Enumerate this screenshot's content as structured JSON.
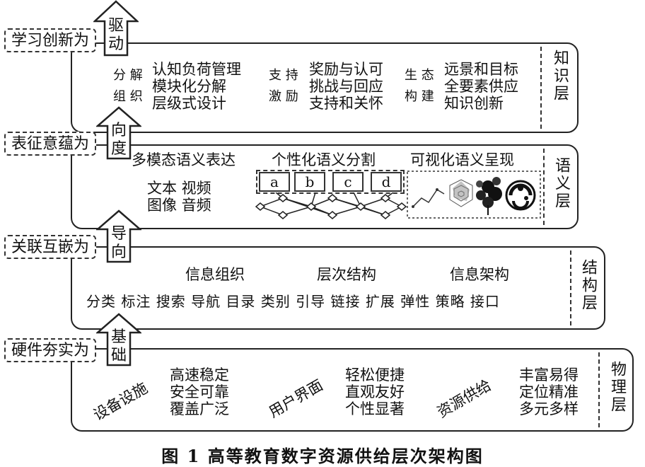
{
  "knowledge": {
    "layer_name": "知识层",
    "side_tag": "学习创新为",
    "arrow_label": "驱\n动",
    "groups": [
      {
        "label": "分 解\n组 织",
        "items": "认知负荷管理\n模块化分解\n层级式设计"
      },
      {
        "label": "支 持\n激 励",
        "items": "奖励与认可\n挑战与回应\n支持和关怀"
      },
      {
        "label": "生 态\n构 建",
        "items": "远景和目标\n全要素供应\n知识创新"
      }
    ]
  },
  "semantic": {
    "layer_name": "语义层",
    "side_tag": "表征意蕴为",
    "arrow_label": "向\n度",
    "heading_multimodal": "多模态语义表达",
    "heading_segmentation": "个性化语义分割",
    "heading_visualization": "可视化语义呈现",
    "modalities": "文本  视频\n图像  音频",
    "cells": [
      "a",
      "b",
      "c",
      "d"
    ]
  },
  "structure": {
    "layer_name": "结构层",
    "side_tag": "关联互嵌为",
    "arrow_label": "导\n向",
    "headings": [
      "信息组织",
      "层次结构",
      "信息架构"
    ],
    "items": "分类 标注 搜索 导航 目录 类别 引导 链接 扩展 弹性 策略 接口"
  },
  "physical": {
    "layer_name": "物理层",
    "side_tag": "硬件夯实为",
    "arrow_label": "基\n础",
    "groups": [
      {
        "label": "设备设施",
        "items": "高速稳定\n安全可靠\n覆盖广泛"
      },
      {
        "label": "用户界面",
        "items": "轻松便捷\n直观友好\n个性显著"
      },
      {
        "label": "资源供给",
        "items": "丰富易得\n定位精准\n多元多样"
      }
    ]
  },
  "caption": "图 1   高等教育数字资源供给层次架构图"
}
